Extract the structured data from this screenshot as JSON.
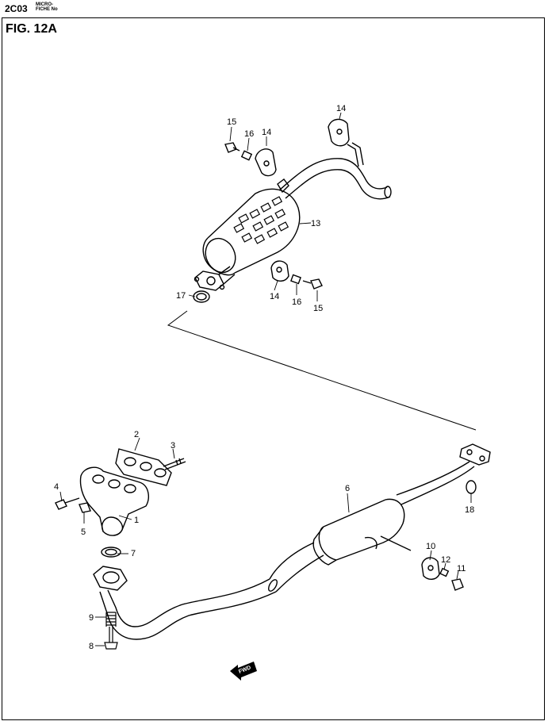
{
  "header": {
    "code": "2C03",
    "fiche_line1": "MICRO-",
    "fiche_line2": "FICHE No"
  },
  "figure": {
    "title": "FIG. 12A"
  },
  "callouts": [
    "1",
    "2",
    "3",
    "4",
    "5",
    "6",
    "7",
    "8",
    "9",
    "10",
    "11",
    "12",
    "13",
    "14",
    "14",
    "14",
    "15",
    "15",
    "16",
    "16",
    "17",
    "18"
  ],
  "fwd_label": "FWD"
}
